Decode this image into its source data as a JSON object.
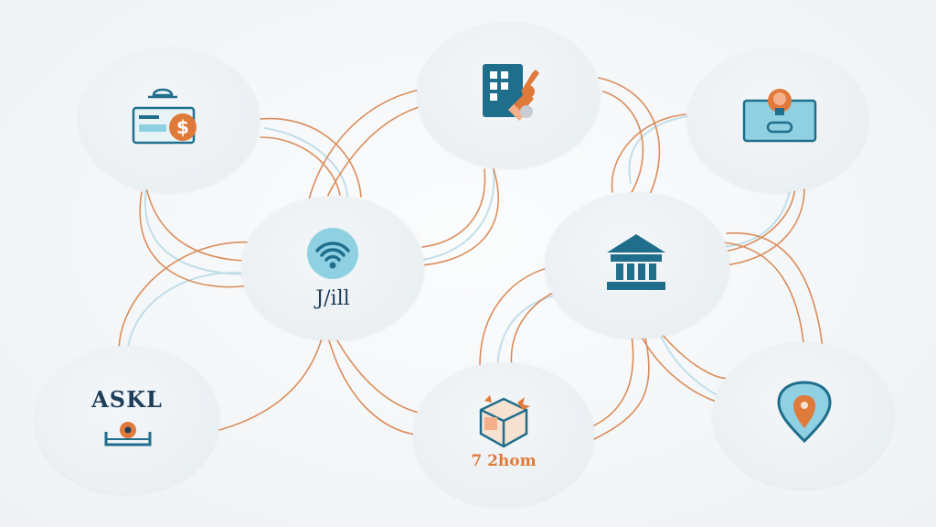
{
  "diagram": {
    "colors": {
      "teal": "#1f6e8c",
      "orange": "#e07a3a",
      "light_blue": "#8fd0e3",
      "link_orange": "#d9824a",
      "link_blue": "#b9dbe6",
      "node_fill": "#e9eef2"
    },
    "nodes": [
      {
        "id": "payments",
        "icon": "wallet-dollar-icon",
        "label": ""
      },
      {
        "id": "building-tools",
        "icon": "building-wrench-icon",
        "label": ""
      },
      {
        "id": "card",
        "icon": "card-bulb-icon",
        "label": ""
      },
      {
        "id": "wifi",
        "icon": "wifi-icon",
        "label": "J/ill"
      },
      {
        "id": "bank",
        "icon": "bank-icon",
        "label": ""
      },
      {
        "id": "vr",
        "icon": "vr-headset-icon",
        "label": "ASKL"
      },
      {
        "id": "package",
        "icon": "package-icon",
        "label": "7 2hom"
      },
      {
        "id": "location",
        "icon": "location-pin-icon",
        "label": ""
      }
    ]
  }
}
